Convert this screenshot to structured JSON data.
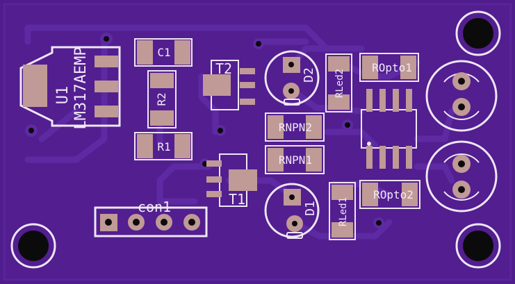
{
  "colors": {
    "board": "#4f1d8c",
    "board_edge": "#5a249a",
    "trace": "#5e2aa3",
    "silk": "#efe6f5",
    "copper": "#c09a96",
    "hole": "#0b0b0b"
  },
  "labels": {
    "u1_ref": "U1",
    "u1_value": "LM317AEMP",
    "c1": "C1",
    "r2": "R2",
    "r1": "R1",
    "t2": "T2",
    "t1": "T1",
    "d2": "D2",
    "d1": "D1",
    "rled2": "RLed2",
    "rled1": "RLed1",
    "ropto1": "ROpto1",
    "ropto2": "ROpto2",
    "rnpn2": "RNPN2",
    "rnpn1": "RNPN1",
    "con1": "con1"
  }
}
